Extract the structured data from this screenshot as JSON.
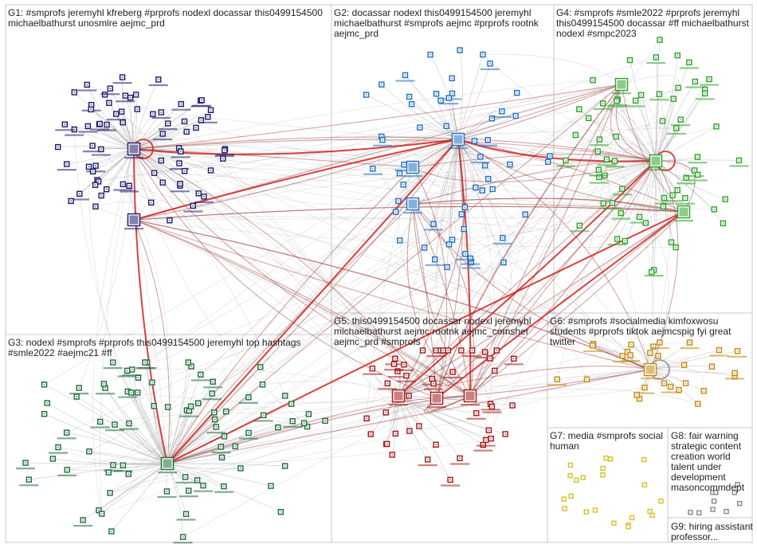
{
  "groups": [
    {
      "id": "G1",
      "label": "G1: #smprofs jeremyhl kfreberg #prprofs nodexl docassar this0499154500\nmichaelbathurst unosmlre aejmc_prd",
      "color": "#1b1b6b"
    },
    {
      "id": "G2",
      "label": "G2: docassar nodexl this0499154500 jeremyhl\nmichaelbathurst #smprofs aejmc #prprofs rootnk\naejmc_prd",
      "color": "#1f6fc0"
    },
    {
      "id": "G3",
      "label": "G3: nodexl #smprofs #prprofs this0499154500 jeremyhl top hashtags\n#smle2022 #aejmc21 #ff",
      "color": "#1e6b3a"
    },
    {
      "id": "G4",
      "label": "G4: #smprofs #smle2022 #prprofs jeremyhl\nthis0499154500 docassar #ff michaelbathurst\nnodexl #smpc2023",
      "color": "#2ca02c"
    },
    {
      "id": "G5",
      "label": "G5: this0499154500 docassar nodexl jeremyhl\nmichaelbathurst aejmc rootnk aejmc_comsher\naejmc_prd #smprofs",
      "color": "#a01818"
    },
    {
      "id": "G6",
      "label": "G6: #smprofs #socialmedia kimfoxwosu\nstudents #prprofs tiktok aejmcspig fyi great\ntwitter",
      "color": "#c08a10"
    },
    {
      "id": "G7",
      "label": "G7: media #smprofs social\nhuman",
      "color": "#d6c02a"
    },
    {
      "id": "G8",
      "label": "G8: fair warning\nstrategic content\ncreation world\ntalent under\ndevelopment\nmasoncommdept",
      "color": "#888888"
    },
    {
      "id": "G9",
      "label": "G9: hiring assistant\nprofessor...",
      "color": "#888888"
    }
  ],
  "colors": {
    "edge_gray": "#8c8c8c",
    "edge_red": "#d42020",
    "edge_dark_red": "#9e3a3a",
    "box_border": "#c8c8c8"
  }
}
